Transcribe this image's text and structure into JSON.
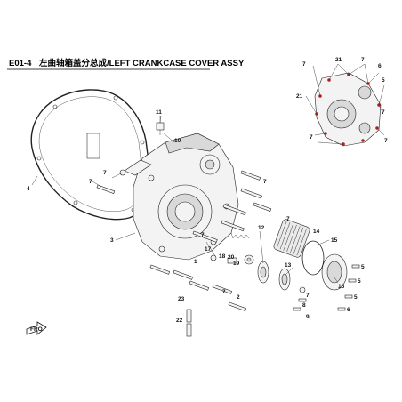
{
  "header": {
    "code": "E01-4",
    "title": "左曲轴箱盖分总成/LEFT CRANKCASE COVER  ASSY"
  },
  "callouts": {
    "c1": "1",
    "c2": "2",
    "c3": "3",
    "c4": "4",
    "c5a": "5",
    "c5b": "5",
    "c5c": "5",
    "c5d": "5",
    "c6a": "6",
    "c6b": "6",
    "c7a": "7",
    "c7b": "7",
    "c7c": "7",
    "c7d": "7",
    "c7e": "7",
    "c7f": "7",
    "c7g": "7",
    "c7h": "7",
    "c7i": "7",
    "c7j": "7",
    "c7k": "7",
    "c7l": "7",
    "c8": "8",
    "c9": "9",
    "c10": "10",
    "c11": "11",
    "c12": "12",
    "c13": "13",
    "c14": "14",
    "c15": "15",
    "c16": "16",
    "c17": "17",
    "c18": "18",
    "c19": "19",
    "c20": "20",
    "c21a": "21",
    "c21b": "21",
    "c22": "22",
    "c23": "23"
  },
  "colors": {
    "inset_dot": "#b02020",
    "line": "#333333"
  },
  "icons": {
    "front_arrow": "front-arrow-icon"
  },
  "front_label": "FRO"
}
